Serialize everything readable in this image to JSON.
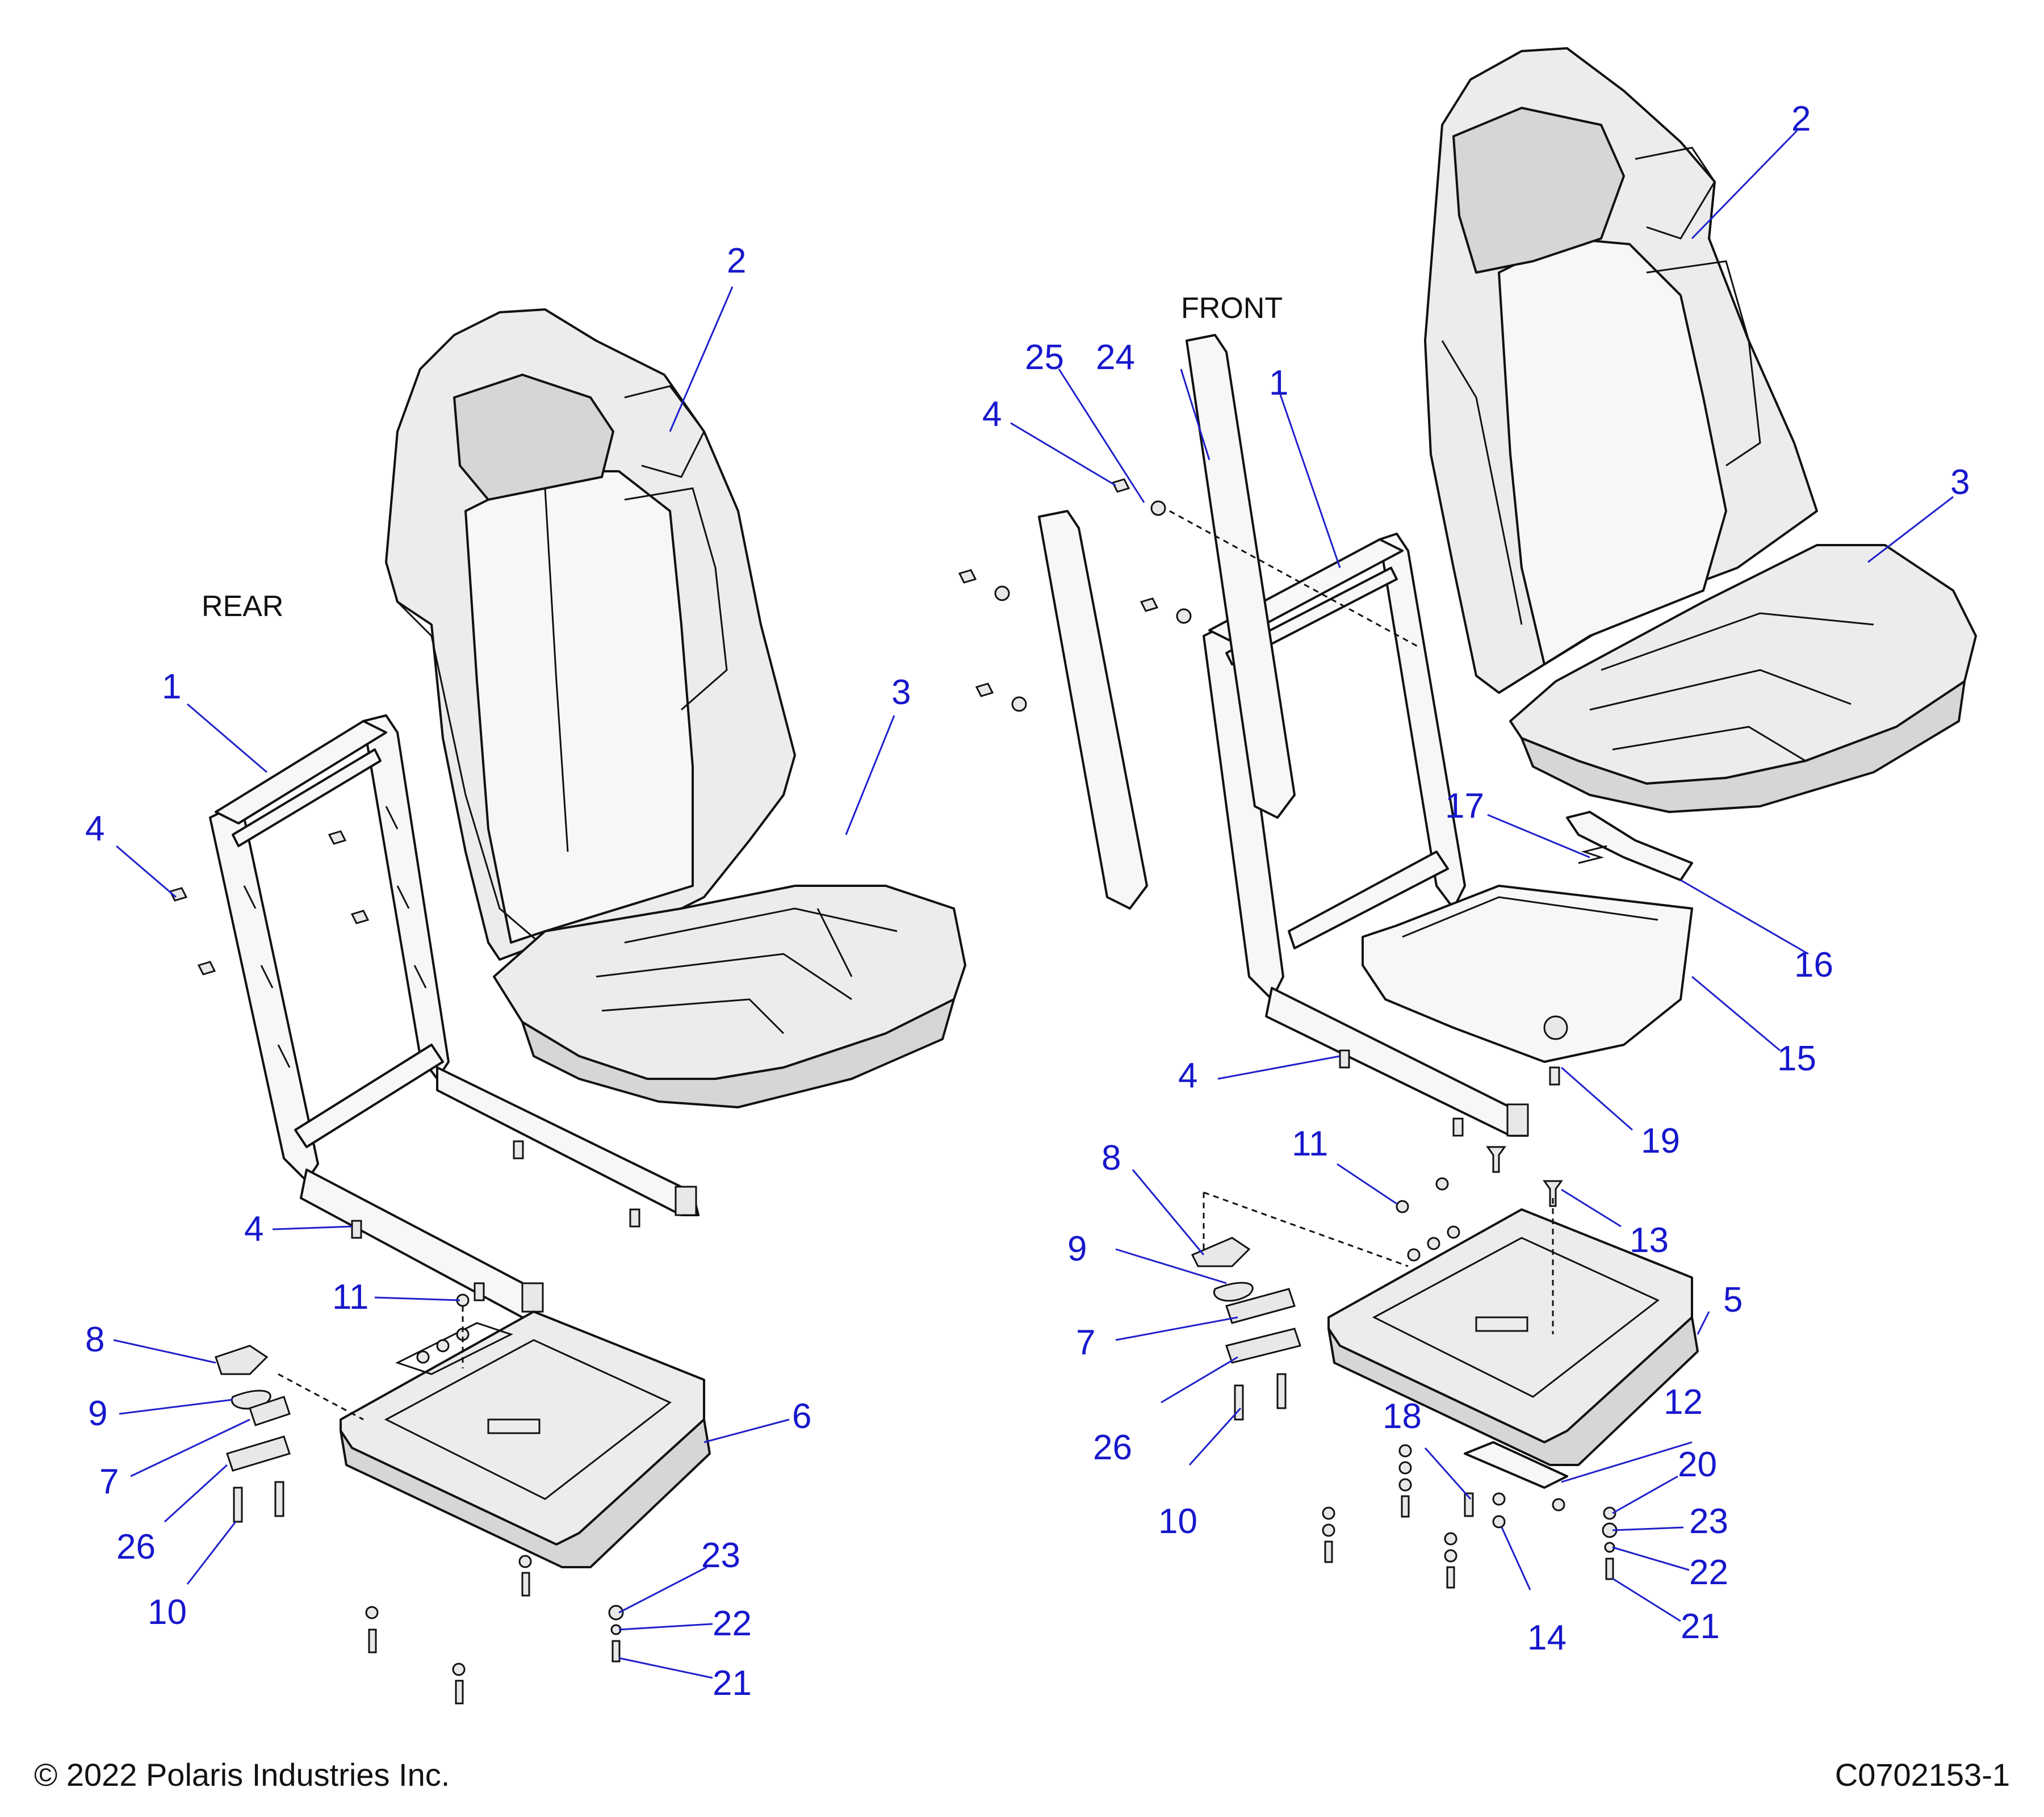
{
  "labels": {
    "rear": "REAR",
    "front": "FRONT"
  },
  "footer": {
    "copyright": "© 2022 Polaris Industries Inc.",
    "diagram_id": "C0702153-1"
  },
  "callouts": {
    "rear": {
      "c1": "1",
      "c2": "2",
      "c3": "3",
      "c4a": "4",
      "c4b": "4",
      "c6": "6",
      "c7": "7",
      "c8": "8",
      "c9": "9",
      "c10": "10",
      "c11": "11",
      "c21": "21",
      "c22": "22",
      "c23": "23",
      "c26": "26"
    },
    "front": {
      "c1": "1",
      "c2": "2",
      "c3": "3",
      "c4a": "4",
      "c4b": "4",
      "c5": "5",
      "c7": "7",
      "c8": "8",
      "c9": "9",
      "c10": "10",
      "c11": "11",
      "c12": "12",
      "c13": "13",
      "c14": "14",
      "c15": "15",
      "c16": "16",
      "c17": "17",
      "c18": "18",
      "c19": "19",
      "c20": "20",
      "c21": "21",
      "c22": "22",
      "c23": "23",
      "c24": "24",
      "c25": "25",
      "c26": "26"
    }
  }
}
